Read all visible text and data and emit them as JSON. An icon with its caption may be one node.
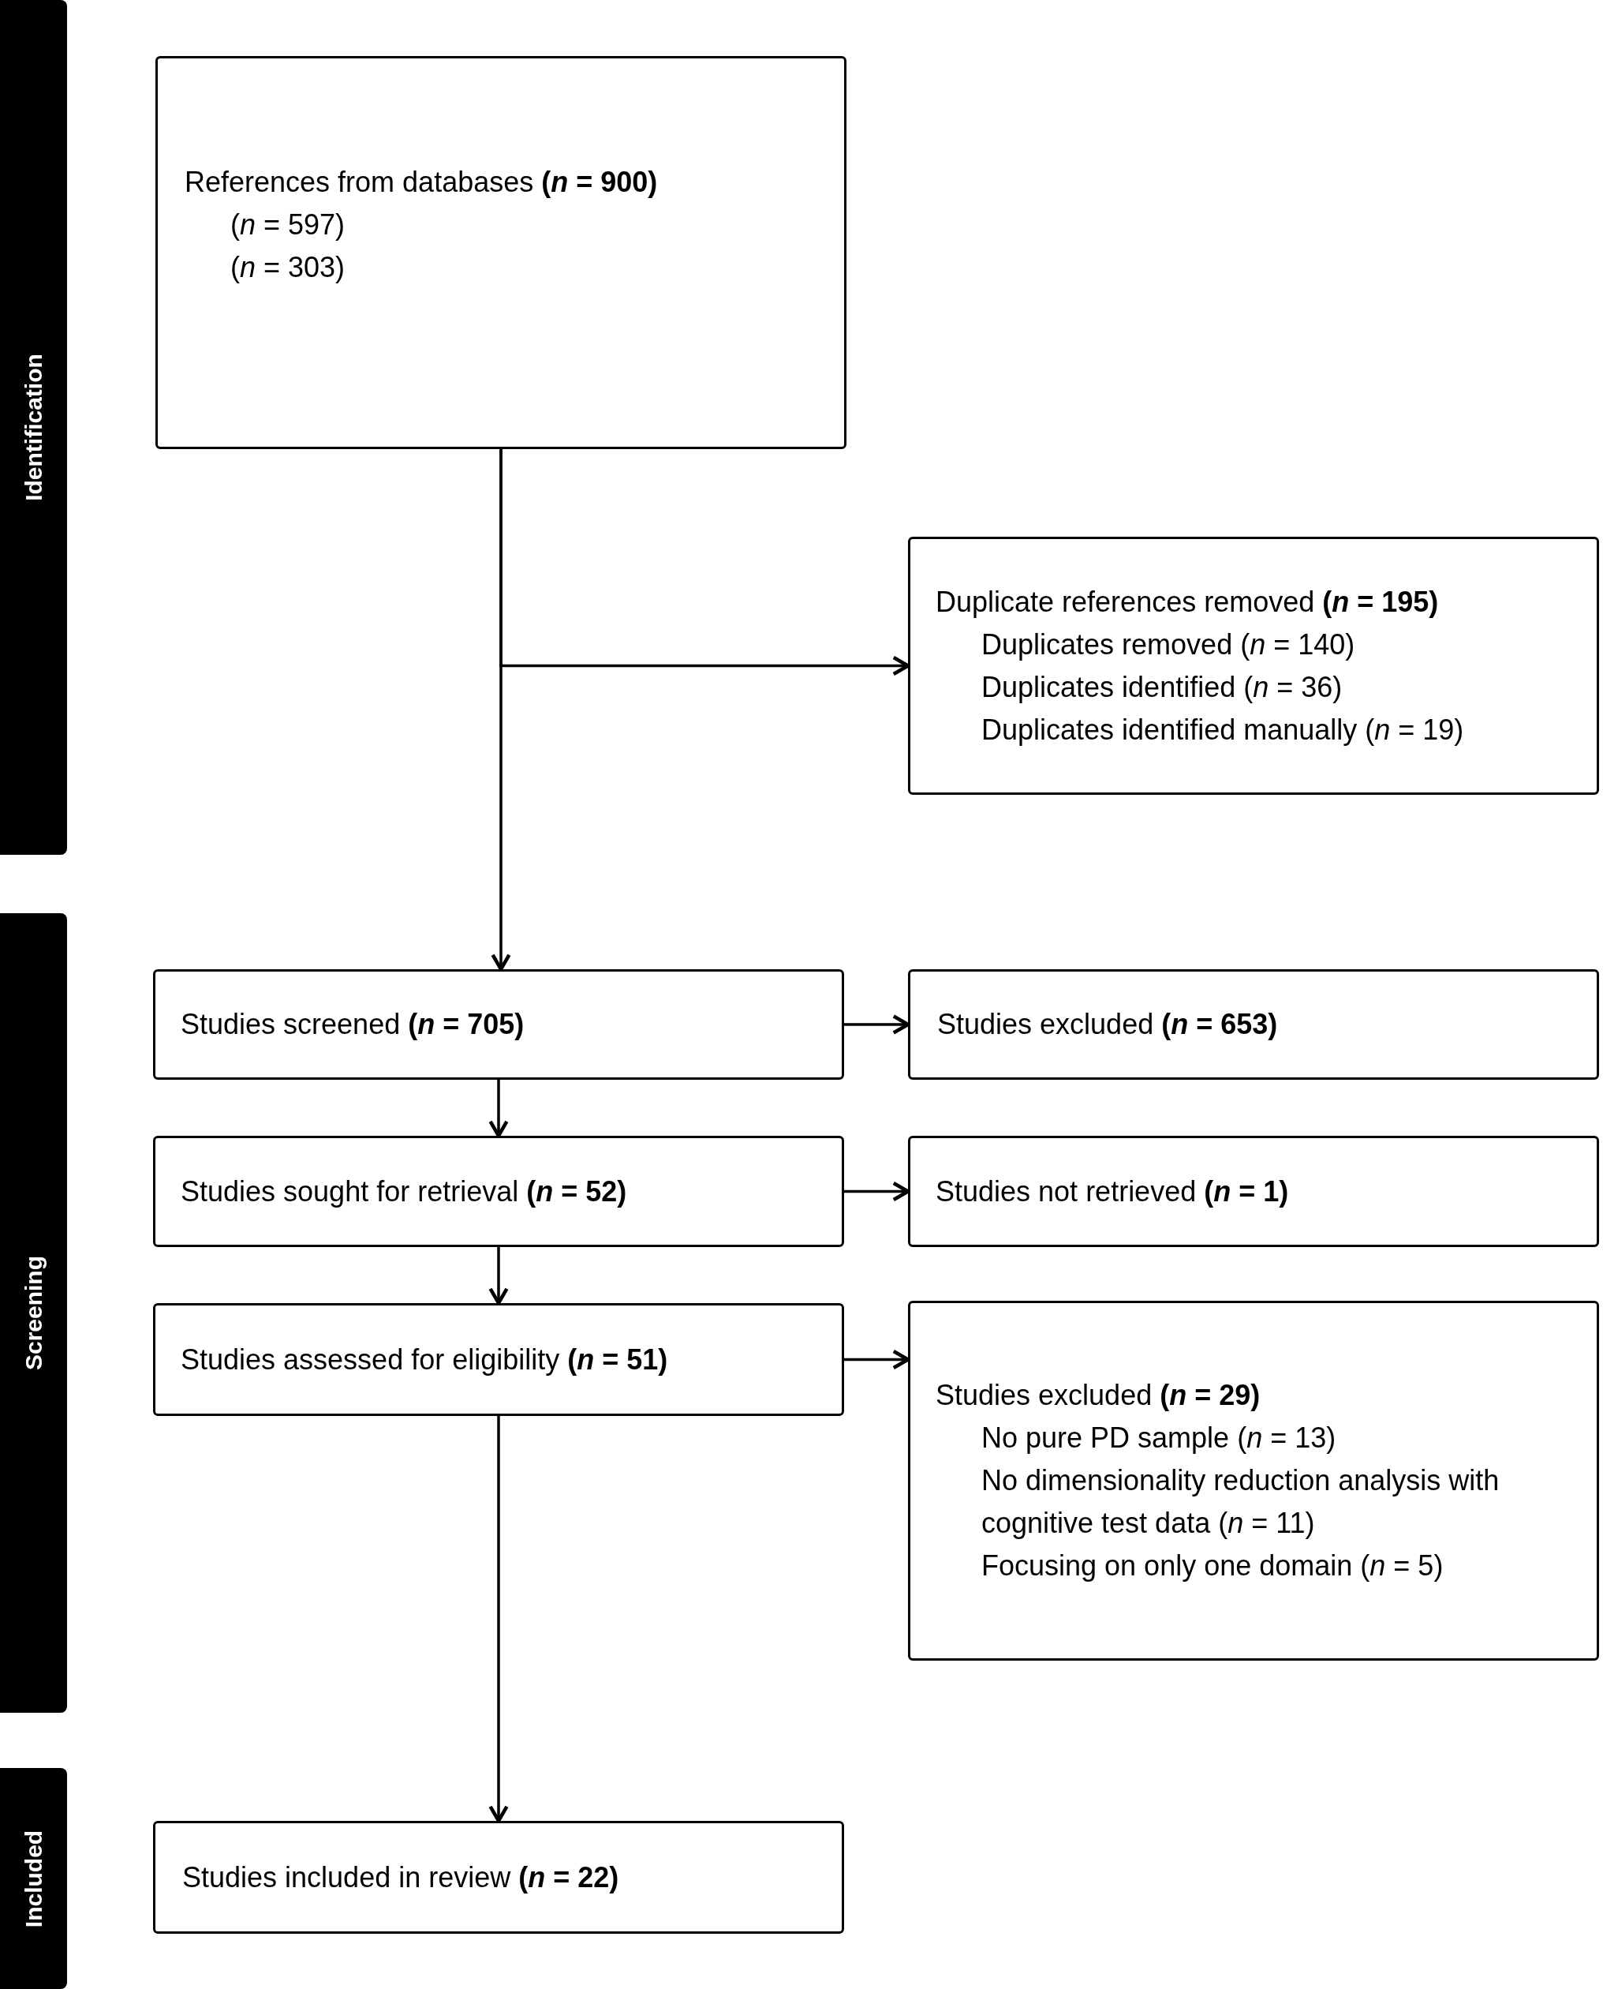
{
  "diagram": {
    "nodes": [
      {
        "text": [
          "References from databases **(*n* = 900)**",
          "(*n* = 597)",
          "(*n* = 303)"
        ]
      },
      {
        "text": [
          "Duplicate references removed **(*n* = 195)**",
          "Duplicates removed (*n* = 140)",
          "Duplicates identified (*n* = 36)",
          "Duplicates identified manually (*n* = 19)"
        ]
      },
      {
        "text": [
          "Studies screened **(*n* = 705)**"
        ]
      },
      {
        "text": [
          "Studies excluded **(*n* = 653)**"
        ]
      },
      {
        "text": [
          "Studies sought for retrieval **(*n* = 52)**"
        ]
      },
      {
        "text": [
          "Studies not retrieved **(*n* = 1)**"
        ]
      },
      {
        "text": [
          "Studies assessed for eligibility **(*n* = 51)**"
        ]
      },
      {
        "text": [
          "Studies excluded **(*n* = 29)**",
          "No pure PD sample (*n* = 13)",
          "No dimensionality reduction analysis with cognitive test data (*n* = 11)",
          "Focusing on only one domain (*n* = 5)"
        ]
      },
      {
        "text": [
          "Studies included in review **(*n* = 22)**"
        ]
      },
      {
        "text": [
          "Identification"
        ]
      },
      {
        "text": [
          "Screening"
        ]
      },
      {
        "text": [
          "Included"
        ]
      }
    ],
    "edges": [
      {
        "from": 0,
        "to": 2,
        "arrow": "to"
      },
      {
        "from": 0,
        "to": 1,
        "arrow": "to"
      },
      {
        "from": 2,
        "to": 3,
        "arrow": "to"
      },
      {
        "from": 2,
        "to": 4,
        "arrow": "to"
      },
      {
        "from": 4,
        "to": 5,
        "arrow": "to"
      },
      {
        "from": 4,
        "to": 6,
        "arrow": "to"
      },
      {
        "from": 6,
        "to": 7,
        "arrow": "to"
      },
      {
        "from": 6,
        "to": 8,
        "arrow": "to"
      }
    ]
  }
}
